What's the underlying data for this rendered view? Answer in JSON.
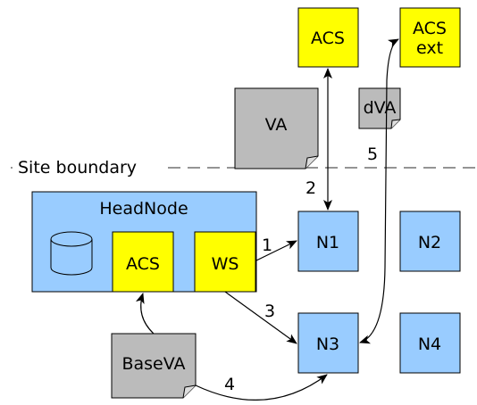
{
  "boundary_label": "Site boundary",
  "colors": {
    "node": "#99ccff",
    "service": "#ffff00",
    "document": "#bbbbbb",
    "stroke": "#000000",
    "boundary": "#555555"
  },
  "head_node": {
    "label": "HeadNode",
    "database_icon": "database-icon",
    "acs_label": "ACS",
    "ws_label": "WS"
  },
  "services": {
    "acs_top": "ACS",
    "acs_ext_line1": "ACS",
    "acs_ext_line2": "ext"
  },
  "documents": {
    "va": "VA",
    "dva": "dVA",
    "base_va": "BaseVA"
  },
  "nodes": {
    "n1": "N1",
    "n2": "N2",
    "n3": "N3",
    "n4": "N4"
  },
  "arrows": {
    "a1": "1",
    "a2": "2",
    "a3": "3",
    "a4": "4",
    "a5": "5"
  }
}
